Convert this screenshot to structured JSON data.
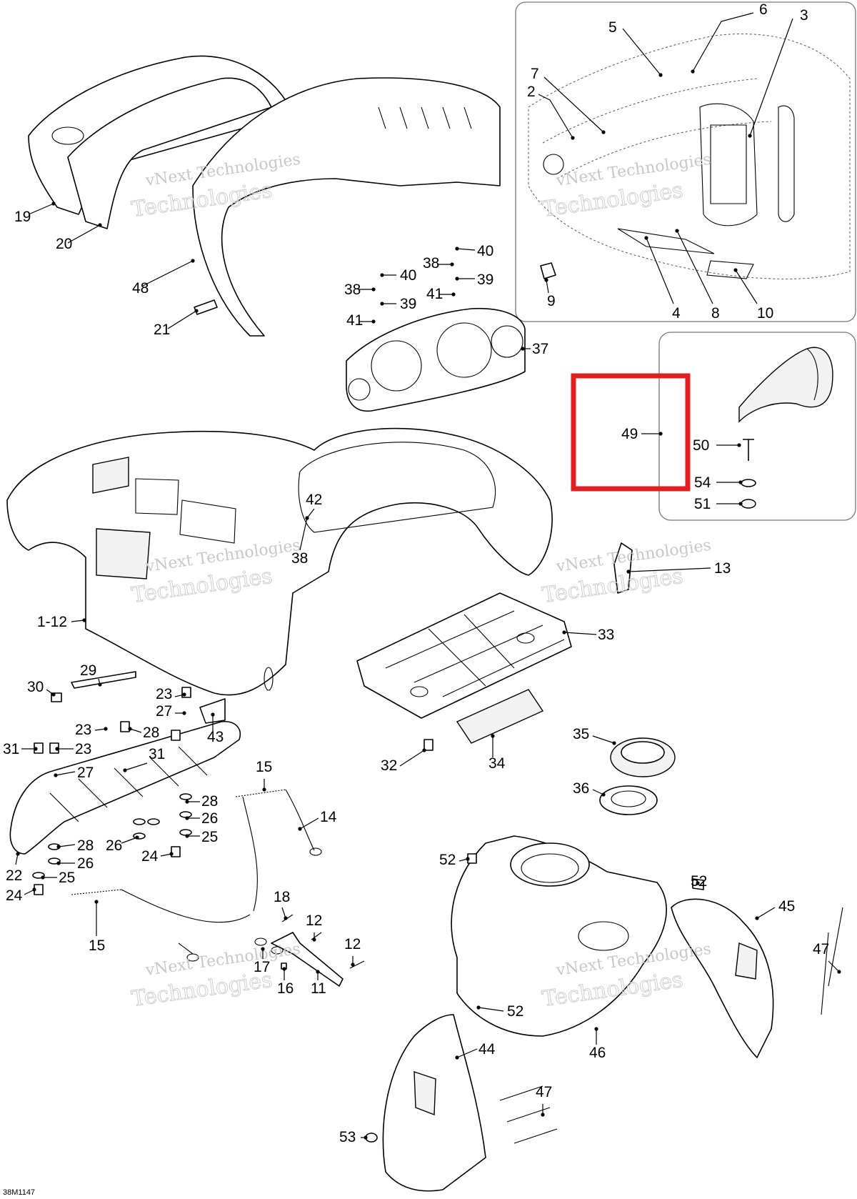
{
  "diagram": {
    "drawing_code": "38M1147",
    "watermark_line1": "vNext Technologies",
    "watermark_line2": "Technologies",
    "highlight_color": "#e02020",
    "callouts": [
      {
        "id": "c1",
        "label": "19"
      },
      {
        "id": "c2",
        "label": "20"
      },
      {
        "id": "c3",
        "label": "48"
      },
      {
        "id": "c4",
        "label": "21"
      },
      {
        "id": "c5",
        "label": "6"
      },
      {
        "id": "c6",
        "label": "5"
      },
      {
        "id": "c7",
        "label": "3"
      },
      {
        "id": "c8",
        "label": "7"
      },
      {
        "id": "c9",
        "label": "2"
      },
      {
        "id": "c10",
        "label": "9"
      },
      {
        "id": "c11",
        "label": "4"
      },
      {
        "id": "c12",
        "label": "8"
      },
      {
        "id": "c13",
        "label": "10"
      },
      {
        "id": "c14",
        "label": "40"
      },
      {
        "id": "c15",
        "label": "38"
      },
      {
        "id": "c16",
        "label": "39"
      },
      {
        "id": "c17",
        "label": "41"
      },
      {
        "id": "c18",
        "label": "38"
      },
      {
        "id": "c19",
        "label": "40"
      },
      {
        "id": "c20",
        "label": "39"
      },
      {
        "id": "c21",
        "label": "41"
      },
      {
        "id": "c22",
        "label": "37"
      },
      {
        "id": "c23",
        "label": "49"
      },
      {
        "id": "c24",
        "label": "50"
      },
      {
        "id": "c25",
        "label": "54"
      },
      {
        "id": "c26",
        "label": "51"
      },
      {
        "id": "c27",
        "label": "42"
      },
      {
        "id": "c28",
        "label": "38"
      },
      {
        "id": "c29",
        "label": "1-12"
      },
      {
        "id": "c30",
        "label": "13"
      },
      {
        "id": "c31",
        "label": "33"
      },
      {
        "id": "c32",
        "label": "29"
      },
      {
        "id": "c33",
        "label": "30"
      },
      {
        "id": "c34",
        "label": "23"
      },
      {
        "id": "c35",
        "label": "27"
      },
      {
        "id": "c36",
        "label": "43"
      },
      {
        "id": "c37",
        "label": "23"
      },
      {
        "id": "c38",
        "label": "28"
      },
      {
        "id": "c39",
        "label": "31"
      },
      {
        "id": "c40",
        "label": "23"
      },
      {
        "id": "c41",
        "label": "31"
      },
      {
        "id": "c42",
        "label": "27"
      },
      {
        "id": "c43",
        "label": "15"
      },
      {
        "id": "c44",
        "label": "28"
      },
      {
        "id": "c45",
        "label": "26"
      },
      {
        "id": "c46",
        "label": "25"
      },
      {
        "id": "c47",
        "label": "14"
      },
      {
        "id": "c48",
        "label": "26"
      },
      {
        "id": "c49",
        "label": "24"
      },
      {
        "id": "c50",
        "label": "28"
      },
      {
        "id": "c51",
        "label": "26"
      },
      {
        "id": "c52",
        "label": "25"
      },
      {
        "id": "c53",
        "label": "22"
      },
      {
        "id": "c54",
        "label": "24"
      },
      {
        "id": "c55",
        "label": "15"
      },
      {
        "id": "c56",
        "label": "32"
      },
      {
        "id": "c57",
        "label": "34"
      },
      {
        "id": "c58",
        "label": "35"
      },
      {
        "id": "c59",
        "label": "36"
      },
      {
        "id": "c60",
        "label": "18"
      },
      {
        "id": "c61",
        "label": "12"
      },
      {
        "id": "c62",
        "label": "12"
      },
      {
        "id": "c63",
        "label": "17"
      },
      {
        "id": "c64",
        "label": "16"
      },
      {
        "id": "c65",
        "label": "11"
      },
      {
        "id": "c66",
        "label": "52"
      },
      {
        "id": "c67",
        "label": "52"
      },
      {
        "id": "c68",
        "label": "45"
      },
      {
        "id": "c69",
        "label": "47"
      },
      {
        "id": "c70",
        "label": "52"
      },
      {
        "id": "c71",
        "label": "46"
      },
      {
        "id": "c72",
        "label": "44"
      },
      {
        "id": "c73",
        "label": "47"
      },
      {
        "id": "c74",
        "label": "53"
      }
    ]
  }
}
